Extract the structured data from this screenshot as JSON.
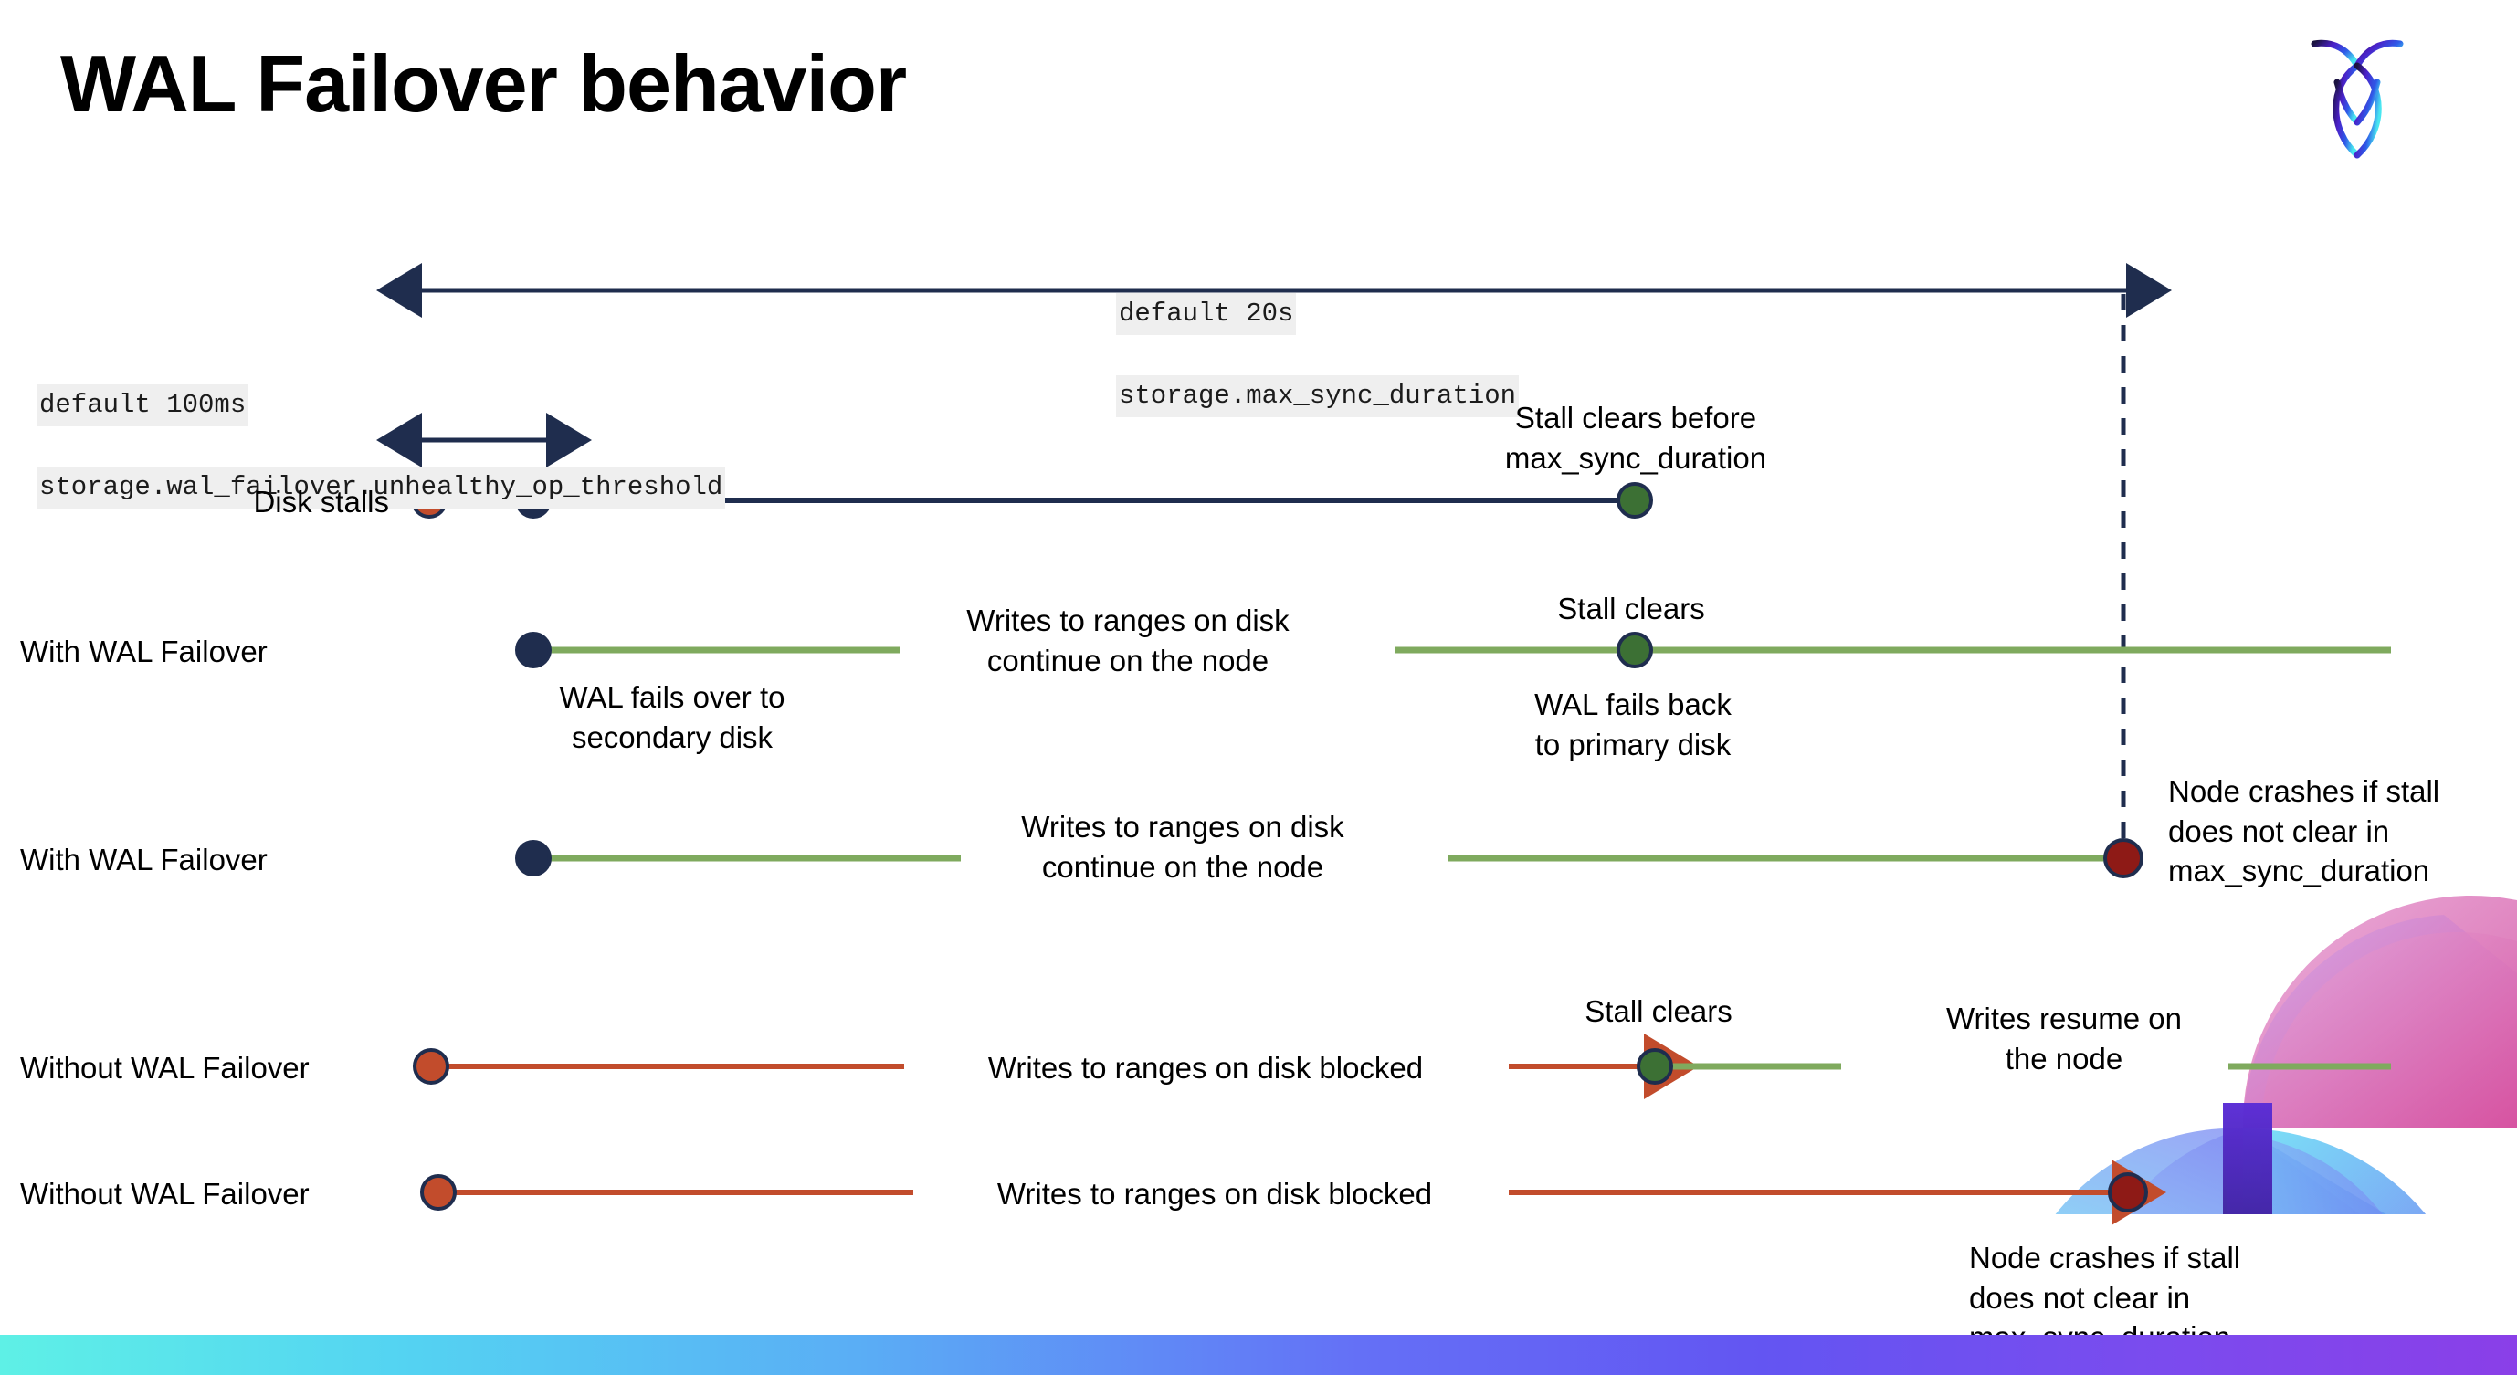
{
  "slide": {
    "title": "WAL Failover behavior",
    "logo_name": "cockroachdb-logo"
  },
  "colors": {
    "navy": "#1F2D4E",
    "orange": "#C24C2C",
    "green_line": "#7FAA5E",
    "green_dot": "#3C7034",
    "dark_red": "#8E1A16",
    "code_bg": "#efefef",
    "band_start": "#5EF0E6",
    "band_end": "#8A3FE8"
  },
  "annotations": {
    "max_sync": {
      "default": "default 20s",
      "setting": "storage.max_sync_duration"
    },
    "unhealthy": {
      "default": "default 100ms",
      "setting": "storage.wal_failover.unhealthy_op_threshold"
    }
  },
  "rows": [
    {
      "id": "disk-stalls",
      "label": "Disk stalls",
      "note_right": "Stall clears before\nmax_sync_duration"
    },
    {
      "id": "with-wal-failover-1",
      "label": "With WAL Failover",
      "note_mid": "Writes to ranges on disk\ncontinue on the node",
      "note_under_start": "WAL fails over to\nsecondary disk",
      "note_above_clear": "Stall clears",
      "note_under_clear": "WAL fails  back\nto primary disk"
    },
    {
      "id": "with-wal-failover-2",
      "label": "With WAL Failover",
      "note_mid": "Writes to ranges on disk\ncontinue on the node",
      "note_right": "Node crashes if stall\ndoes not clear in\nmax_sync_duration"
    },
    {
      "id": "without-wal-failover-1",
      "label": "Without WAL Failover",
      "note_mid": "Writes to ranges on disk  blocked",
      "note_above_clear": "Stall clears",
      "note_resume": "Writes resume on\nthe node"
    },
    {
      "id": "without-wal-failover-2",
      "label": "Without WAL Failover",
      "note_mid": "Writes to ranges on disk  blocked",
      "note_right": "Node crashes if stall\ndoes not clear in\nmax_sync_duration"
    }
  ]
}
